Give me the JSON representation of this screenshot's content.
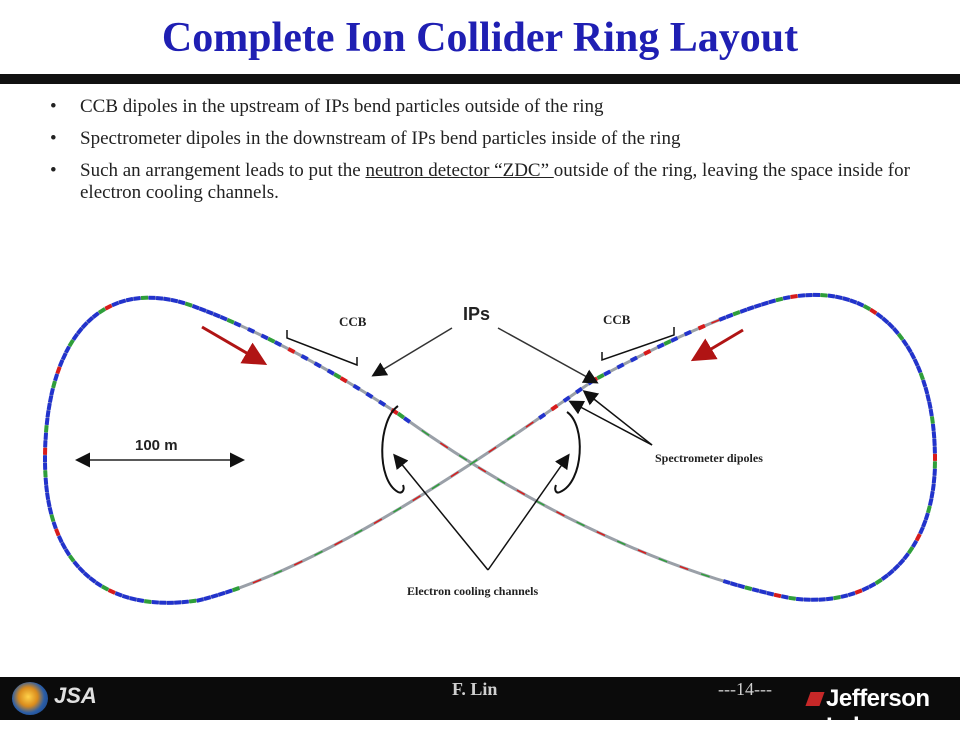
{
  "title": "Complete Ion Collider Ring Layout",
  "bullets": [
    {
      "text": "CCB dipoles in the upstream of IPs bend particles outside of the ring"
    },
    {
      "text": "Spectrometer dipoles in the downstream of IPs bend particles inside of the ring"
    },
    {
      "pre": "Such an arrangement leads to put the ",
      "underlined": "neutron detector “ZDC” ",
      "post": "outside of the ring, leaving the space inside for electron cooling channels."
    }
  ],
  "bullet_symbol": "•",
  "diagram": {
    "labels": {
      "ips": "IPs",
      "ccb_left": "CCB",
      "ccb_right": "CCB",
      "scale": "100 m",
      "spectrometer": "Spectrometer dipoles",
      "cooling": "Electron cooling channels"
    },
    "colors": {
      "ring_line": "#9aa0a8",
      "dipole_blue": "#2233cc",
      "quad_green": "#2e9e3a",
      "corrector_red": "#d81b1b",
      "arrow_red": "#b01414"
    }
  },
  "footer": {
    "author": "F. Lin",
    "page": "---14---",
    "jsa": "JSA",
    "lab": "Jefferson Lab",
    "logo_left": "doe-seal-icon"
  }
}
